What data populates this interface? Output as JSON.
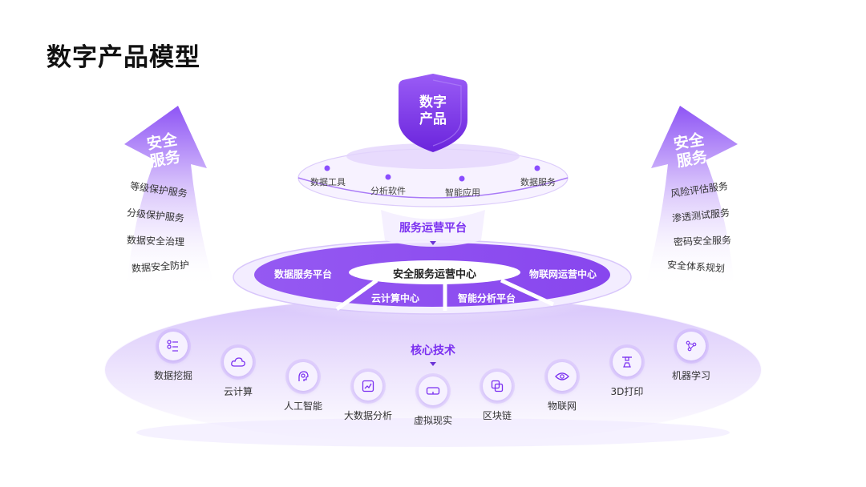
{
  "title": "数字产品模型",
  "shield": {
    "line1": "数字",
    "line2": "产品"
  },
  "tools": [
    {
      "label": "数据工具"
    },
    {
      "label": "分析软件"
    },
    {
      "label": "智能应用"
    },
    {
      "label": "数据服务"
    }
  ],
  "service_platform": {
    "title": "服务运营平台"
  },
  "ring": {
    "center": "安全服务运营中心",
    "left": "数据服务平台",
    "right": "物联网运营中心",
    "bottom_left": "云计算中心",
    "bottom_right": "智能分析平台"
  },
  "core_tech": {
    "title": "核心技术",
    "items": [
      {
        "label": "数据挖掘",
        "icon": "flow-chart-icon"
      },
      {
        "label": "云计算",
        "icon": "cloud-icon"
      },
      {
        "label": "人工智能",
        "icon": "ai-head-icon"
      },
      {
        "label": "大数据分析",
        "icon": "analytics-icon"
      },
      {
        "label": "虚拟现实",
        "icon": "vr-headset-icon"
      },
      {
        "label": "区块链",
        "icon": "blocks-icon"
      },
      {
        "label": "物联网",
        "icon": "iot-eye-icon"
      },
      {
        "label": "3D打印",
        "icon": "printer-3d-icon"
      },
      {
        "label": "机器学习",
        "icon": "neural-net-icon"
      }
    ]
  },
  "left_arrow": {
    "line1": "安全",
    "line2": "服务",
    "items": [
      "等级保护服务",
      "分级保护服务",
      "数据安全治理",
      "数据安全防护"
    ]
  },
  "right_arrow": {
    "line1": "安全",
    "line2": "服务",
    "items": [
      "风险评估服务",
      "渗透测试服务",
      "密码安全服务",
      "安全体系规划"
    ]
  },
  "colors": {
    "accent": "#7a2ff0",
    "primary": "#8a4dff",
    "light": "#e9dcff"
  }
}
